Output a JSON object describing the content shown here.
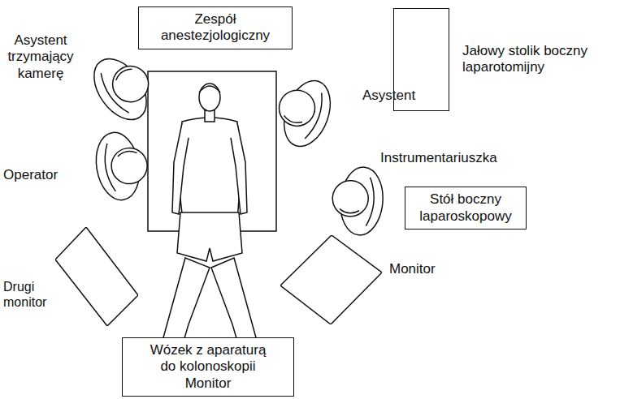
{
  "diagram": {
    "nodes": [
      {
        "text": [
          "Zespół anestezjologiczny"
        ]
      },
      {
        "text": [
          "Jałowy stolik boczny laparotomijny"
        ]
      },
      {
        "text": [
          "Stół boczny laparoskopowy"
        ]
      },
      {
        "text": [
          "Drugi monitor"
        ]
      },
      {
        "text": [
          "Monitor"
        ]
      },
      {
        "text": [
          "Wózek z aparaturą do kolonoskopii Monitor"
        ]
      }
    ],
    "labels": [
      "Asystent trzymający kamerę",
      "Asystent",
      "Operator",
      "Instrumentariuszka"
    ]
  }
}
